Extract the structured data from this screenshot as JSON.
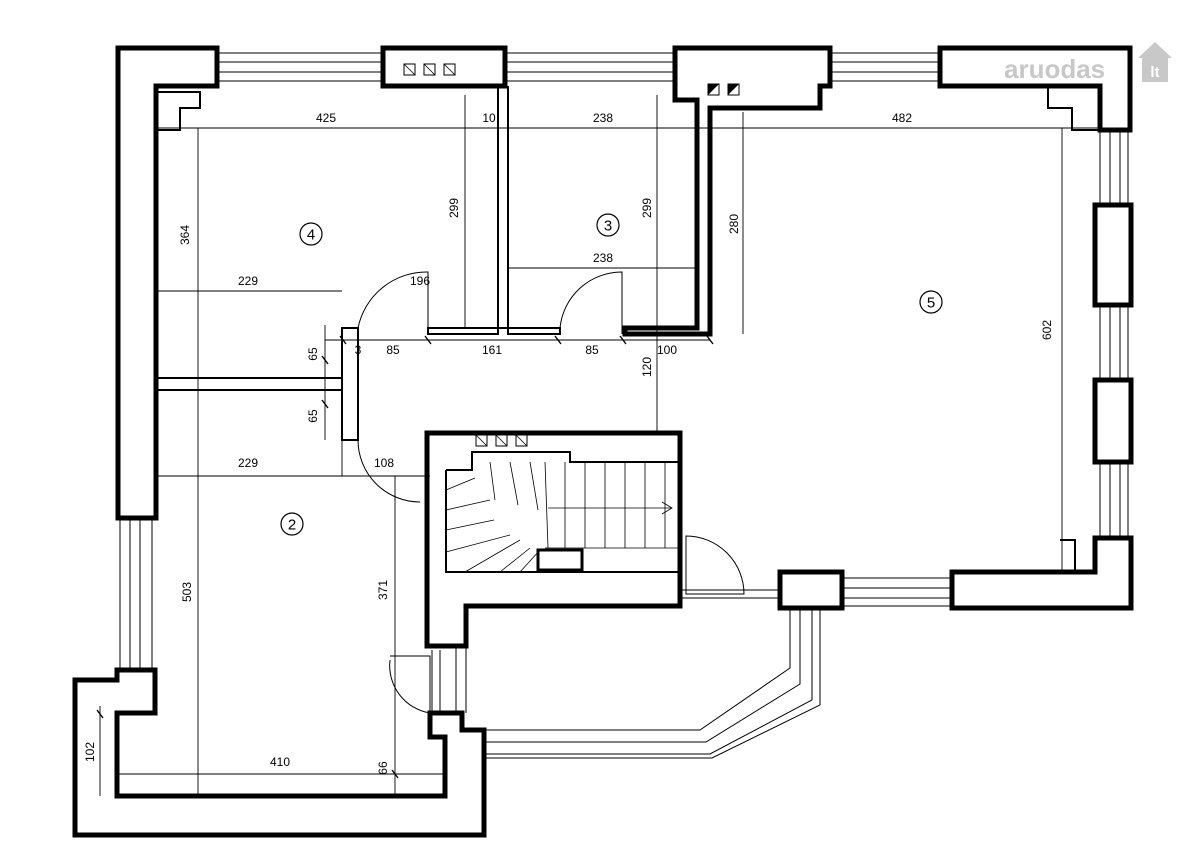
{
  "watermark": {
    "brand": "aruodas",
    "tld": "lt",
    "color": "#c8c8c8"
  },
  "rooms": [
    {
      "id": "room-4",
      "number": "4"
    },
    {
      "id": "room-3",
      "number": "3"
    },
    {
      "id": "room-5",
      "number": "5"
    },
    {
      "id": "room-2",
      "number": "2"
    }
  ],
  "dimensions": {
    "d425": "425",
    "d10": "10",
    "d238a": "238",
    "d482": "482",
    "d364": "364",
    "d299a": "299",
    "d299b": "299",
    "d280": "280",
    "d229a": "229",
    "d196": "196",
    "d238b": "238",
    "d602": "602",
    "d65a": "65",
    "d3": "3",
    "d85a": "85",
    "d161": "161",
    "d85b": "85",
    "d100": "100",
    "d120": "120",
    "d65b": "65",
    "d229b": "229",
    "d108": "108",
    "d503": "503",
    "d371": "371",
    "d102": "102",
    "d410": "410",
    "d66": "66"
  },
  "colors": {
    "line": "#000000",
    "background": "#ffffff"
  }
}
